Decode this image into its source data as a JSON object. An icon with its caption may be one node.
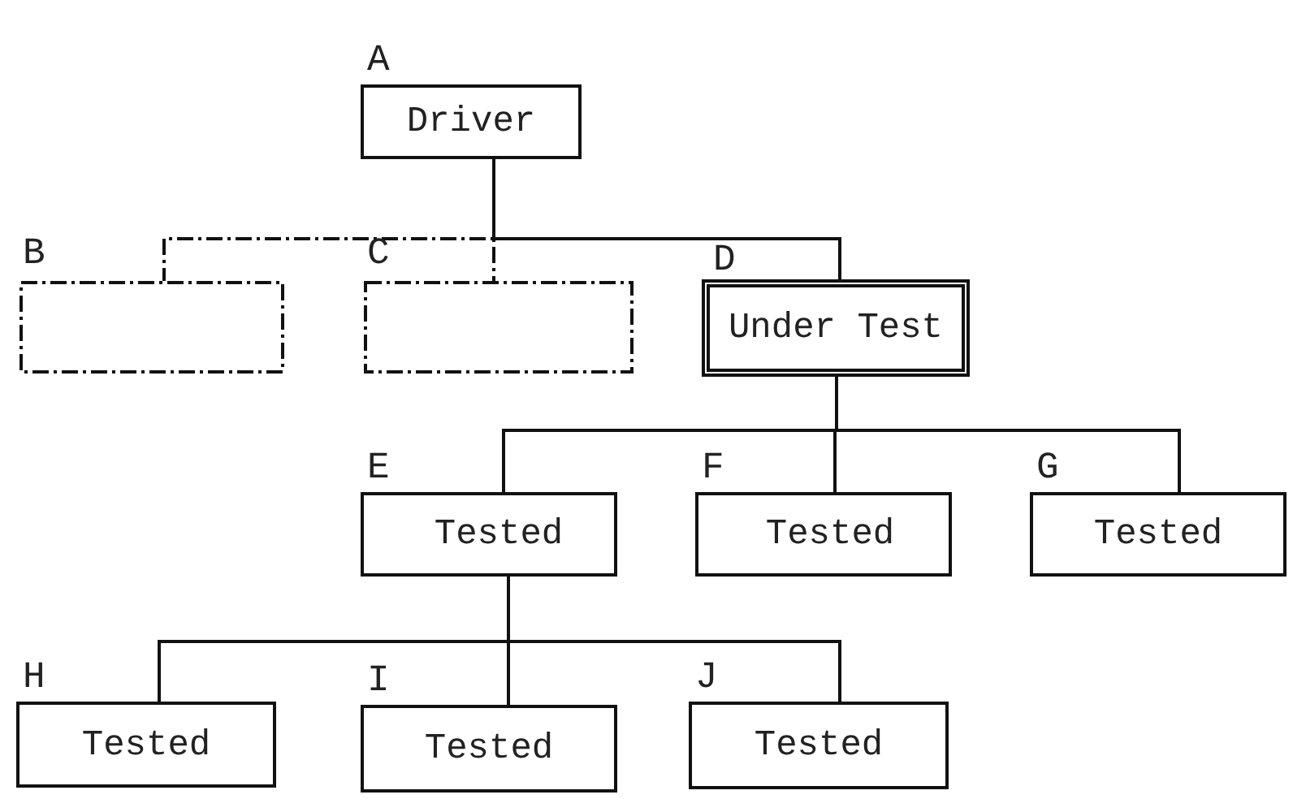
{
  "diagram": {
    "nodes": [
      {
        "text": [
          "A",
          "Driver"
        ]
      },
      {
        "text": [
          "B"
        ]
      },
      {
        "text": [
          "C"
        ]
      },
      {
        "text": [
          "D",
          "Under Test"
        ]
      },
      {
        "text": [
          "E",
          "Tested"
        ]
      },
      {
        "text": [
          "F",
          "Tested"
        ]
      },
      {
        "text": [
          "G",
          "Tested"
        ]
      },
      {
        "text": [
          "H",
          "Tested"
        ]
      },
      {
        "text": [
          "I",
          "Tested"
        ]
      },
      {
        "text": [
          "J",
          "Tested"
        ]
      }
    ],
    "edges": [
      {
        "from": 0,
        "to": 1,
        "arrow": "none",
        "style": "dashed"
      },
      {
        "from": 0,
        "to": 2,
        "arrow": "none",
        "style": "dashed"
      },
      {
        "from": 0,
        "to": 3,
        "arrow": "none"
      },
      {
        "from": 3,
        "to": 4,
        "arrow": "none"
      },
      {
        "from": 3,
        "to": 5,
        "arrow": "none"
      },
      {
        "from": 3,
        "to": 6,
        "arrow": "none"
      },
      {
        "from": 4,
        "to": 7,
        "arrow": "none"
      },
      {
        "from": 4,
        "to": 8,
        "arrow": "none"
      },
      {
        "from": 4,
        "to": 9,
        "arrow": "none"
      }
    ]
  }
}
